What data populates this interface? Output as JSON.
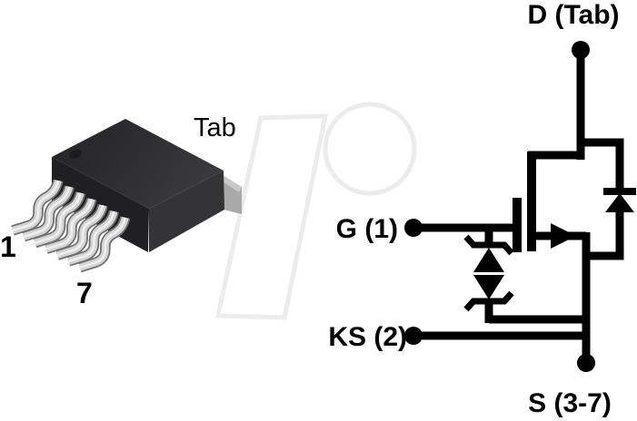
{
  "figure": {
    "background_color": "#ffffff",
    "line_color": "#000000",
    "watermark_color": "#ececec",
    "package": {
      "description": "7-lead power package (TO-263 style) 3D illustration",
      "body_color": "#2d2d2f",
      "lead_color": "#d6d6d6",
      "tab_metal_color": "#a9a9a9",
      "pin_count": 7
    },
    "schematic": {
      "elements": [
        "n-channel-mosfet",
        "body-diode",
        "back-to-back-gate-zener-diodes"
      ]
    }
  },
  "labels": {
    "drain": "D (Tab)",
    "gate": "G (1)",
    "kelvin_source": "KS (2)",
    "source": "S (3-7)",
    "package_tab": "Tab",
    "pin_first": "1",
    "pin_last": "7"
  }
}
